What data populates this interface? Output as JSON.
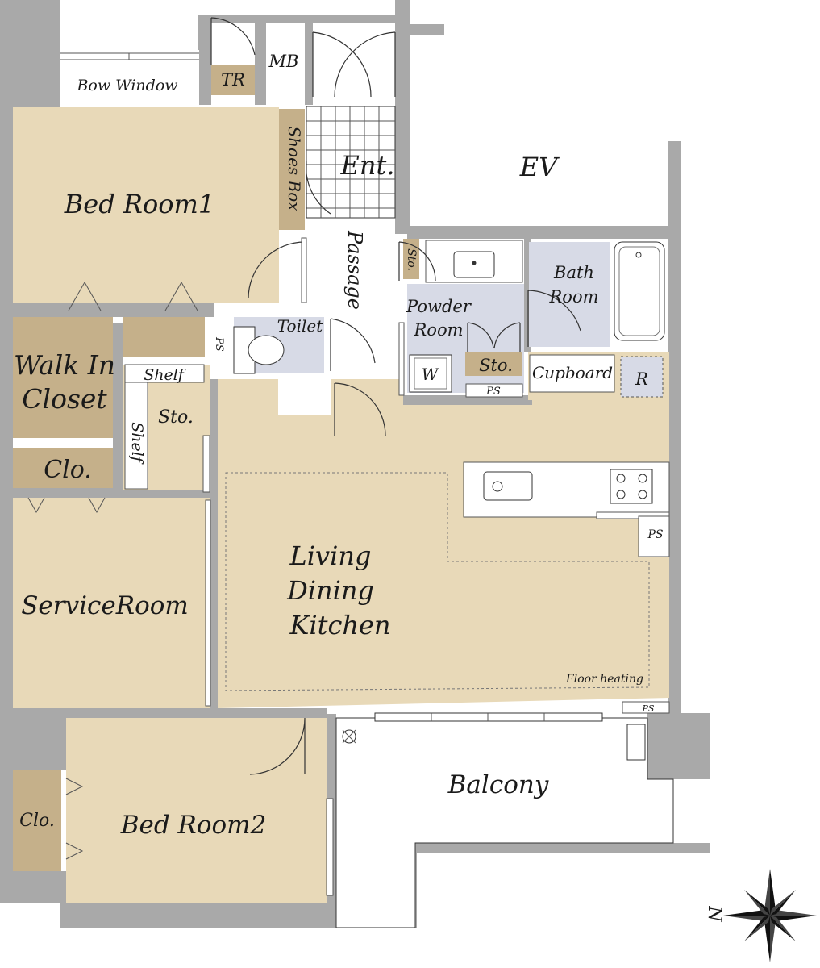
{
  "rooms": {
    "bow_window": "Bow Window",
    "tr": "TR",
    "mb": "MB",
    "shoes_box": "Shoes Box",
    "ent": "Ent.",
    "ev": "EV",
    "bedroom1": "Bed Room1",
    "passage": "Passage",
    "sto_small": "Sto.",
    "bath_line1": "Bath",
    "bath_line2": "Room",
    "powder_line1": "Powder",
    "powder_line2": "Room",
    "toilet": "Toilet",
    "ps_toilet": "PS",
    "walkin_line1": "Walk In",
    "walkin_line2": "Closet",
    "shelf_top": "Shelf",
    "shelf_side": "Shelf",
    "sto_mid": "Sto.",
    "sto_powder": "Sto.",
    "washer": "W",
    "ps_powder": "PS",
    "cupboard": "Cupboard",
    "refrigerator": "R",
    "clo_mid": "Clo.",
    "ldk_line1": "Living",
    "ldk_line2": "Dining",
    "ldk_line3": "Kitchen",
    "ps_kitchen": "PS",
    "floor_heating": "Floor heating",
    "service_room": "ServiceRoom",
    "ps_balcony": "PS",
    "bedroom2": "Bed Room2",
    "clo_bottom": "Clo.",
    "balcony": "Balcony",
    "north": "N"
  },
  "colors": {
    "floor": "#e8d9b8",
    "storage": "#c5b08a",
    "wet_area": "#d7dae6",
    "wall": "#a9a9a9"
  }
}
